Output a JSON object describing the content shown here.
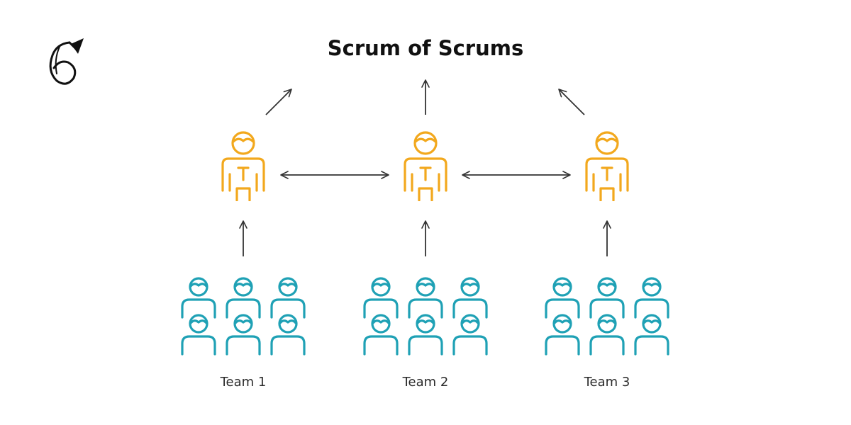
{
  "title": "Scrum of Scrums",
  "colors": {
    "representative": "#F2A81D",
    "member": "#1FA1B5",
    "arrow": "#333333",
    "logo": "#111111"
  },
  "teams": [
    {
      "label": "Team 1"
    },
    {
      "label": "Team 2"
    },
    {
      "label": "Team 3"
    }
  ]
}
